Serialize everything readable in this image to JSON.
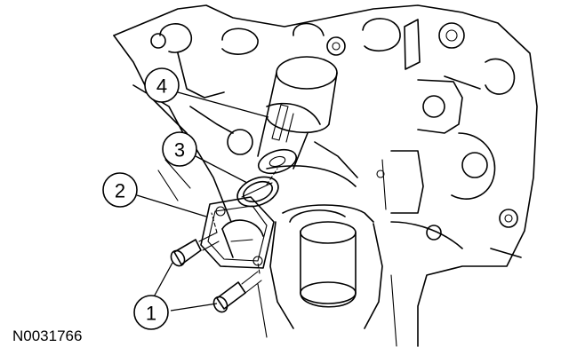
{
  "figure_id": "N0031766",
  "callouts": [
    {
      "label": "1",
      "part": "bolts"
    },
    {
      "label": "2",
      "part": "housing"
    },
    {
      "label": "3",
      "part": "seal"
    },
    {
      "label": "4",
      "part": "shaft"
    }
  ]
}
